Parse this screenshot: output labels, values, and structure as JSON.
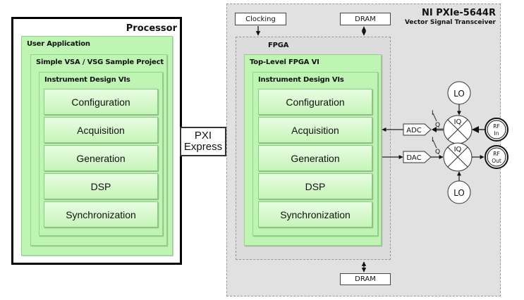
{
  "processor": {
    "title": "Processor",
    "user_application_label": "User Application",
    "project_label": "Simple VSA / VSG Sample Project",
    "instrument_design_label": "Instrument Design VIs",
    "vis": [
      "Configuration",
      "Acquisition",
      "Generation",
      "DSP",
      "Synchronization"
    ]
  },
  "bus": {
    "line1": "PXI",
    "line2": "Express"
  },
  "device": {
    "title": "NI PXIe-5644R",
    "subtitle": "Vector Signal Transceiver",
    "clocking_label": "Clocking",
    "dram_top_label": "DRAM",
    "dram_bottom_label": "DRAM",
    "fpga": {
      "label": "FPGA",
      "top_level_label": "Top-Level FPGA VI",
      "instrument_design_label": "Instrument Design VIs",
      "vis": [
        "Configuration",
        "Acquisition",
        "Generation",
        "DSP",
        "Synchronization"
      ]
    },
    "rf": {
      "adc_label": "ADC",
      "dac_label": "DAC",
      "iq_bus_label_top": "I/Q",
      "iq_bus_label_bottom": "I/Q",
      "mixer_rx_label": "IQ",
      "mixer_tx_label": "IQ",
      "lo_top_label": "LO",
      "lo_bottom_label": "LO",
      "rf_in_line1": "RF",
      "rf_in_line2": "In",
      "rf_out_line1": "RF",
      "rf_out_line2": "Out"
    }
  }
}
